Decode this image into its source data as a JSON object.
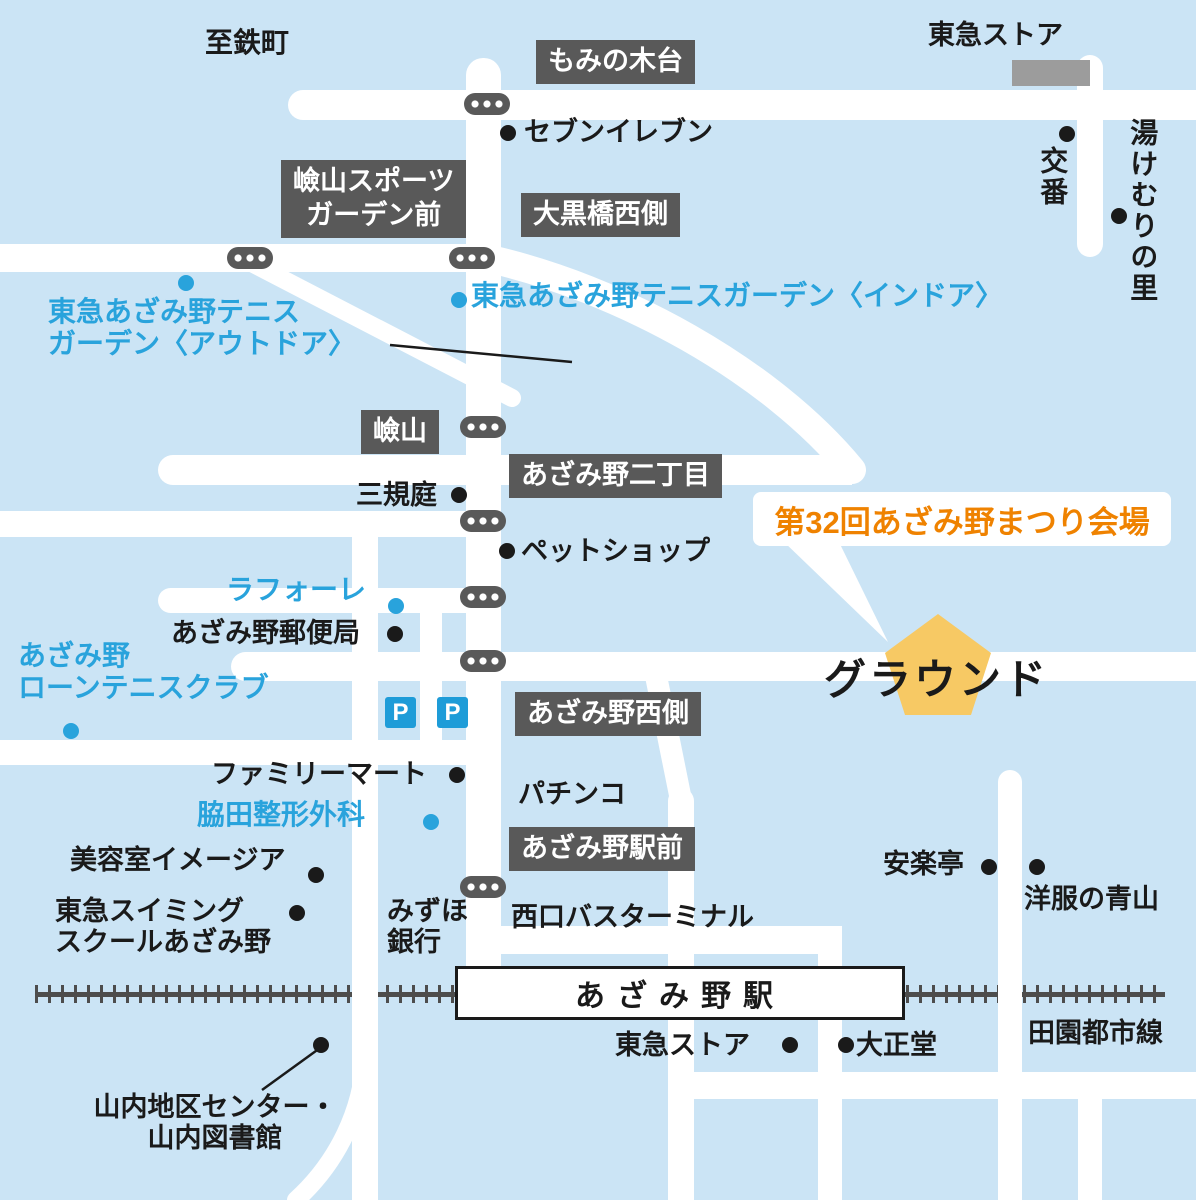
{
  "colors": {
    "background": "#cbe4f5",
    "road": "#ffffff",
    "badge": "#595959",
    "blue_accent": "#29a3dc",
    "orange_accent": "#ef8200",
    "pentagon": "#f7c964"
  },
  "callout": {
    "label": "第32回あざみ野まつり会場"
  },
  "ground_label": "グラウンド",
  "station_label": "あざみ野駅",
  "parking_label": "P",
  "bus_stops": [
    {
      "id": "mominokidai",
      "label": "もみの木台"
    },
    {
      "id": "kenzan-sports-garden-mae",
      "label": "嶮山スポーツ\nガーデン前"
    },
    {
      "id": "daikokubashi-nishigawa",
      "label": "大黒橋西側"
    },
    {
      "id": "kenzan",
      "label": "嶮山"
    },
    {
      "id": "azamino-2chome",
      "label": "あざみ野二丁目"
    },
    {
      "id": "azamino-nishigawa",
      "label": "あざみ野西側"
    },
    {
      "id": "azamino-ekimae",
      "label": "あざみ野駅前"
    }
  ],
  "blue_places": [
    {
      "id": "tennis-garden-indoor",
      "label": "東急あざみ野テニスガーデン〈インドア〉"
    },
    {
      "id": "tennis-garden-outdoor",
      "label": "東急あざみ野テニス\nガーデン〈アウトドア〉"
    },
    {
      "id": "laforet",
      "label": "ラフォーレ"
    },
    {
      "id": "lawn-tennis-club",
      "label": "あざみ野\nローンテニスクラブ"
    },
    {
      "id": "wakita-orthopedics",
      "label": "脇田整形外科"
    }
  ],
  "places": [
    {
      "id": "to-tetsumachi",
      "label": "至鉄町"
    },
    {
      "id": "seven-eleven",
      "label": "セブンイレブン"
    },
    {
      "id": "tokyu-store-north",
      "label": "東急ストア"
    },
    {
      "id": "koban",
      "label": "交番"
    },
    {
      "id": "yukemuri-no-sato",
      "label": "湯けむりの里"
    },
    {
      "id": "sankitei",
      "label": "三規庭"
    },
    {
      "id": "pet-shop",
      "label": "ペットショップ"
    },
    {
      "id": "azamino-post-office",
      "label": "あざみ野郵便局"
    },
    {
      "id": "family-mart",
      "label": "ファミリーマート"
    },
    {
      "id": "pachinko",
      "label": "パチンコ"
    },
    {
      "id": "beauty-salon-imagea",
      "label": "美容室イメージア"
    },
    {
      "id": "tokyu-swimming-school",
      "label": "東急スイミング\nスクールあざみ野"
    },
    {
      "id": "mizuho-bank",
      "label": "みずほ\n銀行"
    },
    {
      "id": "west-exit-bus-terminal",
      "label": "西口バスターミナル"
    },
    {
      "id": "tokyu-store-south",
      "label": "東急ストア"
    },
    {
      "id": "taishodo",
      "label": "大正堂"
    },
    {
      "id": "anrakutei",
      "label": "安楽亭"
    },
    {
      "id": "yofuku-no-aoyama",
      "label": "洋服の青山"
    },
    {
      "id": "yamauchi-center-library",
      "label": "山内地区センター・\n山内図書館"
    },
    {
      "id": "denentoshi-line",
      "label": "田園都市線"
    }
  ]
}
